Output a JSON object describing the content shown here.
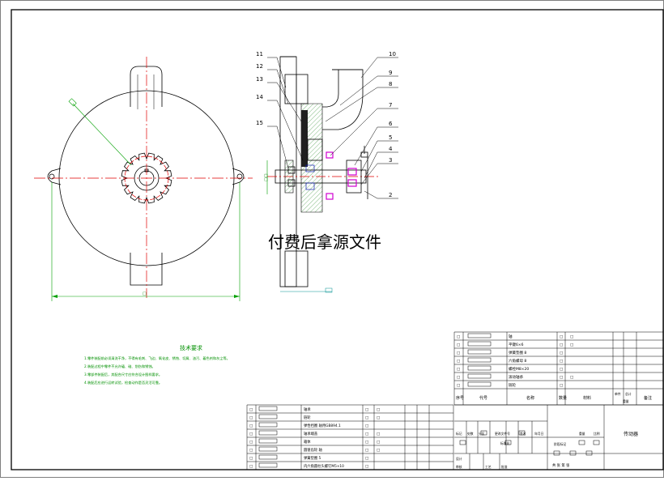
{
  "watermark": "付费后拿源文件",
  "balloons": [
    "11",
    "12",
    "13",
    "14",
    "15",
    "10",
    "9",
    "8",
    "7",
    "6",
    "5",
    "4",
    "3",
    "2"
  ],
  "dimension_labels": {
    "plate_width": "□",
    "section_height": "□□"
  },
  "technical_requirements": {
    "title": "技术要求",
    "lines": [
      "1.零件装配前必须清洗干净，不得有毛刺、飞边、氧化皮、锈蚀、切屑、油污、着色剂和灰尘等。",
      "2.装配过程中零件不允许磕、碰、划伤和锈蚀。",
      "3.零部件装配后，其配合尺寸应符合设计图样要求。",
      "4.装配后应进行运转试验，检查动作是否灵活可靠。"
    ]
  },
  "parts_list_right": {
    "rows": [
      {
        "no": "□",
        "code": "",
        "name": "轴",
        "qty": "□",
        "material": "□"
      },
      {
        "no": "□",
        "code": "",
        "name": "平键6×6",
        "qty": "□",
        "material": "□"
      },
      {
        "no": "□",
        "code": "",
        "name": "弹簧垫圈 8",
        "qty": "□",
        "material": ""
      },
      {
        "no": "□",
        "code": "",
        "name": "六角螺母 8",
        "qty": "□",
        "material": ""
      },
      {
        "no": "□",
        "code": "",
        "name": "螺栓M8×20",
        "qty": "□",
        "material": ""
      },
      {
        "no": "□",
        "code": "",
        "name": "滚动轴承",
        "qty": "□",
        "material": "□"
      },
      {
        "no": "□",
        "code": "",
        "name": "链轮",
        "qty": "□",
        "material": ""
      }
    ],
    "header": {
      "no": "序号",
      "code": "代号",
      "name": "名称",
      "qty": "数量",
      "material": "材料",
      "unit_weight": "单件",
      "total_weight": "总计",
      "weight": "重量",
      "remark": "备注"
    }
  },
  "parts_list_left": {
    "rows": [
      {
        "no": "□",
        "code": "",
        "name": "轴承",
        "qty": "□",
        "material": "□"
      },
      {
        "no": "□",
        "code": "",
        "name": "链轮",
        "qty": "□",
        "material": "□"
      },
      {
        "no": "□",
        "code": "",
        "name": "弹性挡圈 轴用GB894.1",
        "qty": "□",
        "material": ""
      },
      {
        "no": "□",
        "code": "",
        "name": "轴承端盖",
        "qty": "□",
        "material": "□"
      },
      {
        "no": "□",
        "code": "",
        "name": "箱体",
        "qty": "□",
        "material": "□"
      },
      {
        "no": "□",
        "code": "",
        "name": "圆锥齿轮 轴",
        "qty": "□",
        "material": "□"
      },
      {
        "no": "□",
        "code": "",
        "name": "弹簧垫圈 5",
        "qty": "□",
        "material": ""
      },
      {
        "no": "□",
        "code": "",
        "name": "内六角圆柱头螺钉M5×10",
        "qty": "□",
        "material": ""
      }
    ]
  },
  "title_block": {
    "drawing_name": "传动器",
    "mark": "标记",
    "count": "处数",
    "zone": "分区",
    "change_doc": "更改文件号",
    "sign": "签名",
    "date": "年月日",
    "designer": "设计",
    "standardize": "标准化",
    "stage_mark": "阶段标记",
    "weight": "重量",
    "scale": "比例",
    "audit": "审核",
    "process": "工艺",
    "approve": "批准",
    "sheet": "共 张 第 张"
  }
}
